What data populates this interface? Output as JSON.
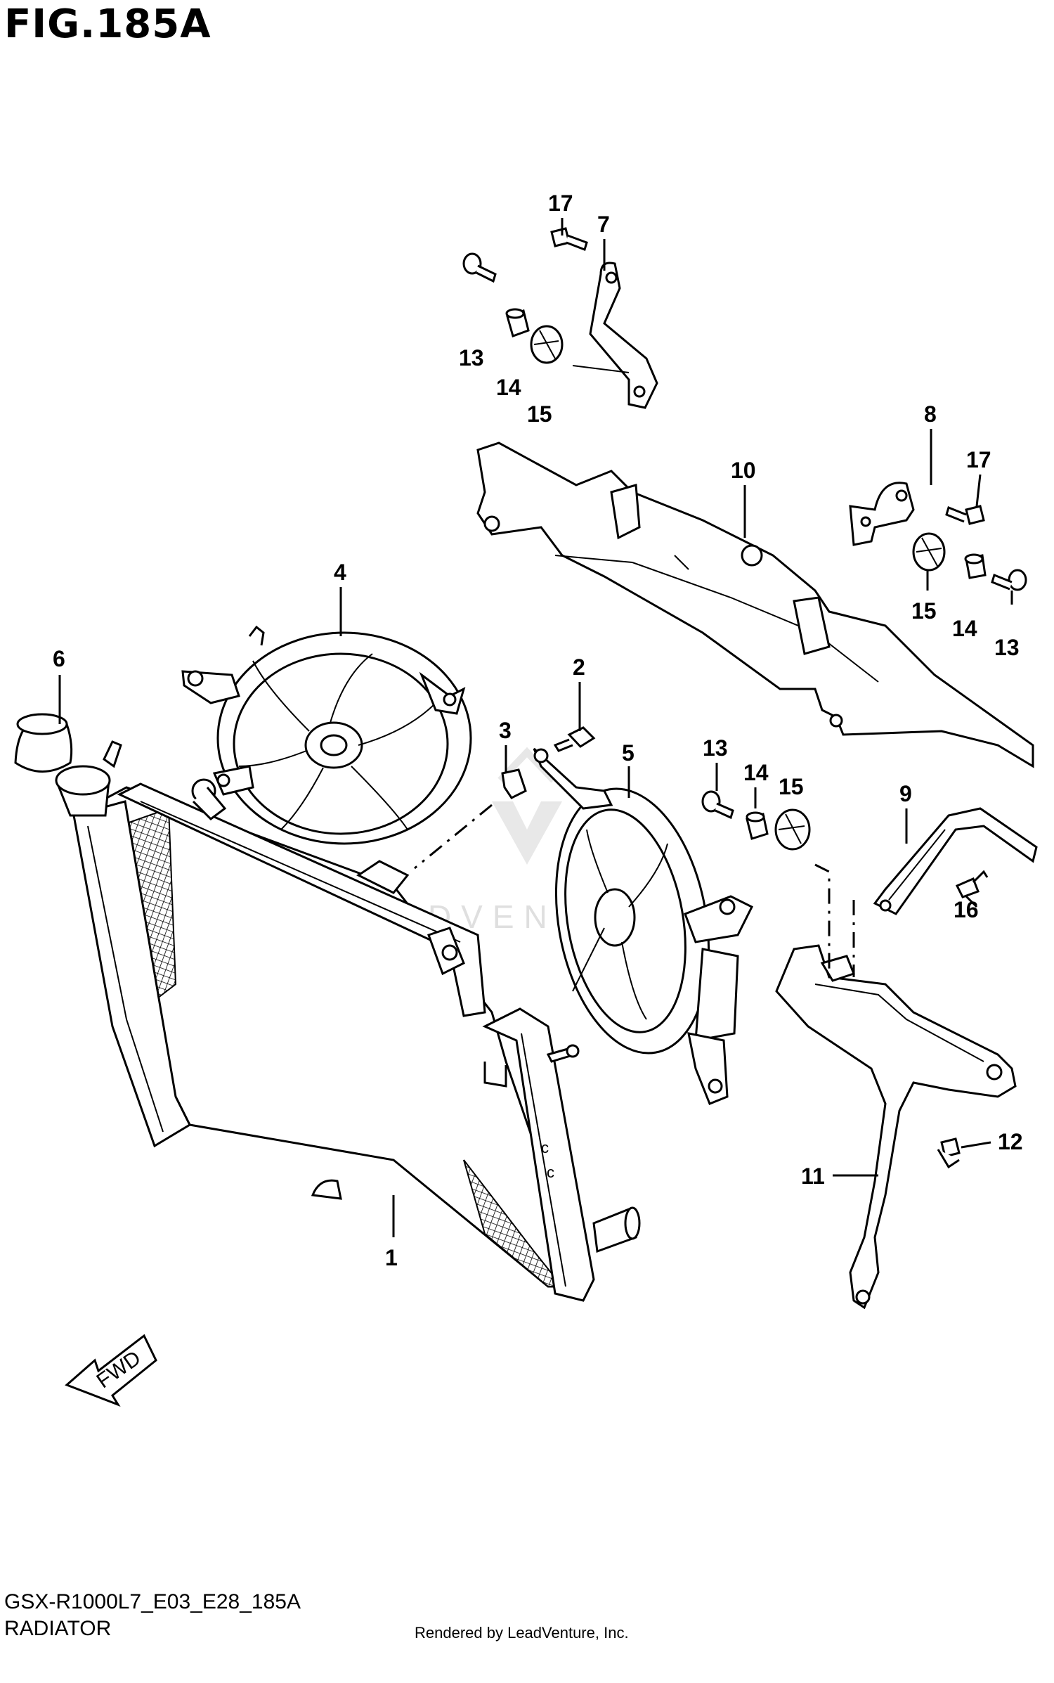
{
  "figure": {
    "title": "FIG.185A",
    "code": "GSX-R1000L7_E03_E28_185A",
    "name": "RADIATOR",
    "rendered_by": "Rendered by LeadVenture, Inc.",
    "watermark": "LEADVENTURE",
    "fwd_label": "FWD"
  },
  "callouts": [
    "1",
    "2",
    "3",
    "4",
    "5",
    "6",
    "7",
    "8",
    "9",
    "10",
    "11",
    "12",
    "13",
    "13",
    "13",
    "14",
    "14",
    "14",
    "15",
    "15",
    "15",
    "16",
    "17",
    "17"
  ],
  "labels": {
    "l1": "1",
    "l2": "2",
    "l3": "3",
    "l4": "4",
    "l5": "5",
    "l6": "6",
    "l7": "7",
    "l8": "8",
    "l9": "9",
    "l10": "10",
    "l11": "11",
    "l12": "12",
    "l13a": "13",
    "l13b": "13",
    "l13c": "13",
    "l14a": "14",
    "l14b": "14",
    "l14c": "14",
    "l15a": "15",
    "l15b": "15",
    "l15c": "15",
    "l16": "16",
    "l17a": "17",
    "l17b": "17"
  }
}
